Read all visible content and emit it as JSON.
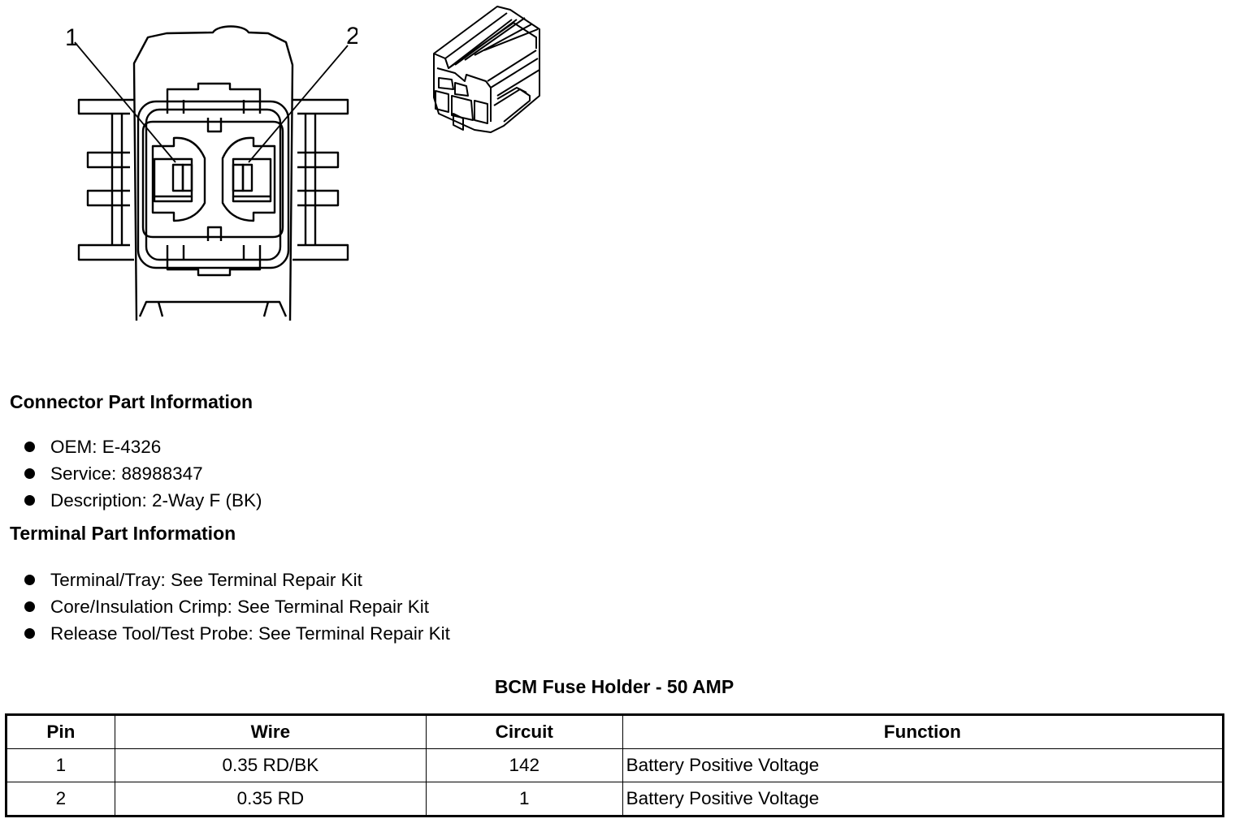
{
  "figure": {
    "callouts": [
      "1",
      "2"
    ]
  },
  "connector_part_information": {
    "heading": "Connector Part Information",
    "items": [
      "OEM: E-4326",
      "Service: 88988347",
      "Description: 2-Way F (BK)"
    ]
  },
  "terminal_part_information": {
    "heading": "Terminal Part Information",
    "items": [
      "Terminal/Tray: See Terminal Repair Kit",
      "Core/Insulation Crimp: See Terminal Repair Kit",
      "Release Tool/Test Probe: See Terminal Repair Kit"
    ]
  },
  "pin_table": {
    "title": "BCM Fuse Holder - 50 AMP",
    "headers": [
      "Pin",
      "Wire",
      "Circuit",
      "Function"
    ],
    "rows": [
      [
        "1",
        "0.35 RD/BK",
        "142",
        "Battery Positive Voltage"
      ],
      [
        "2",
        "0.35 RD",
        "1",
        "Battery Positive Voltage"
      ]
    ]
  }
}
